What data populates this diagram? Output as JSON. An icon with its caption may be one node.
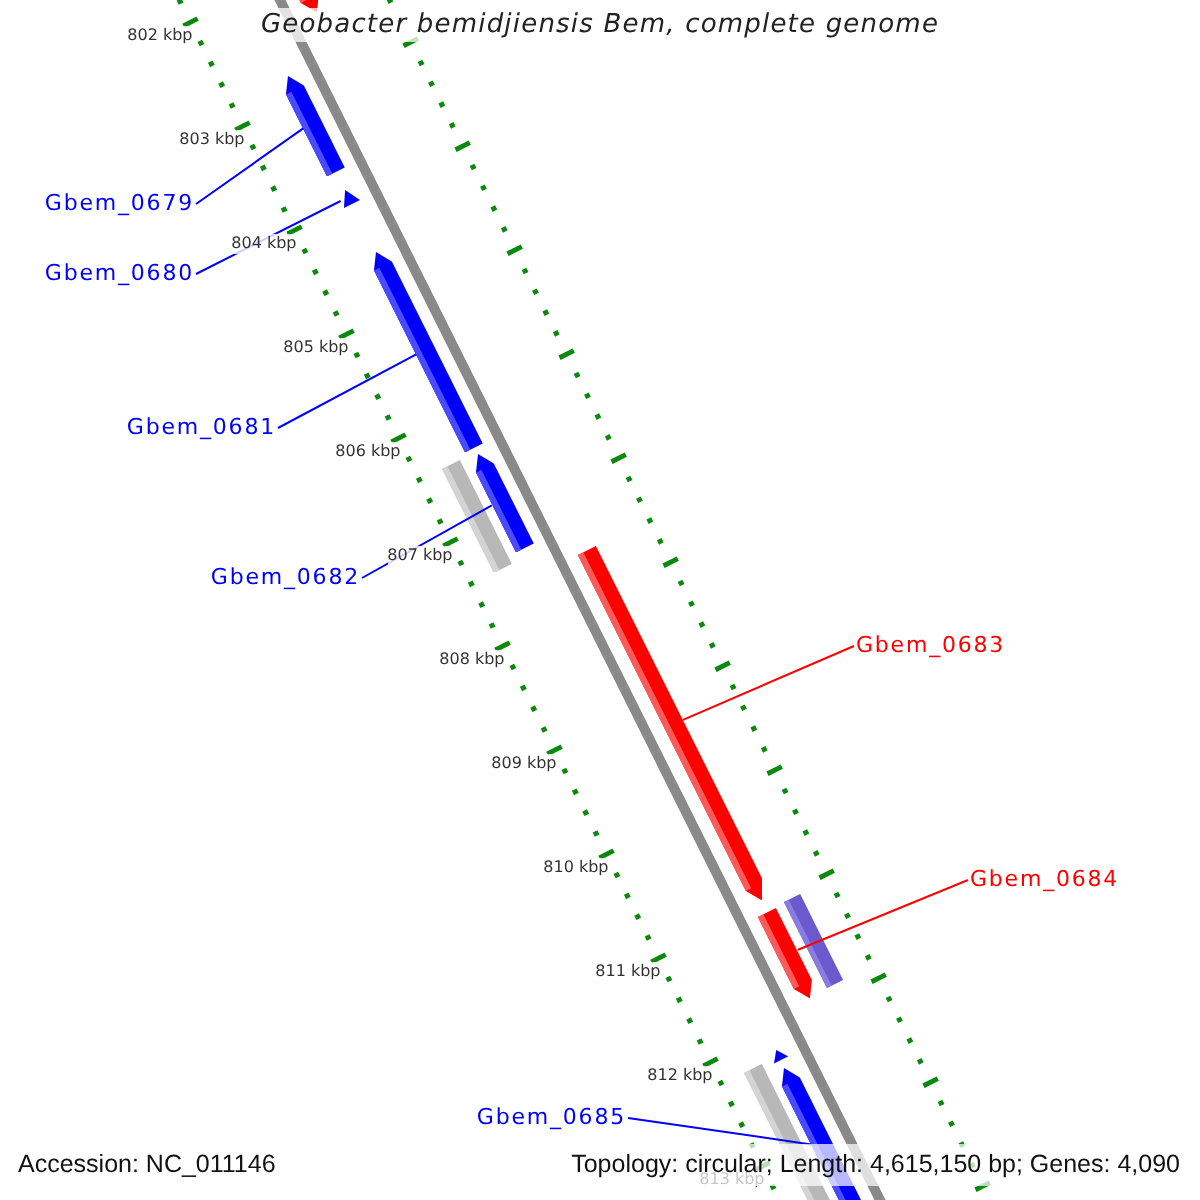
{
  "diagram": {
    "title": "Geobacter bemidjiensis Bem, complete genome",
    "nodes": [
      {
        "text": [
          "Gbem_0679"
        ]
      },
      {
        "text": [
          "Gbem_0680"
        ]
      },
      {
        "text": [
          "Gbem_0681"
        ]
      },
      {
        "text": [
          "Gbem_0682"
        ]
      },
      {
        "text": [
          "Gbem_0683"
        ]
      },
      {
        "text": [
          "Gbem_0684"
        ]
      },
      {
        "text": [
          "Gbem_0685"
        ]
      },
      {
        "text": [],
        "shape": "bar"
      },
      {
        "text": [],
        "shape": "bar"
      },
      {
        "text": [],
        "shape": "bar"
      },
      {
        "text": [],
        "shape": "bar"
      },
      {
        "text": [],
        "shape": "bar"
      },
      {
        "text": [],
        "shape": "bar"
      },
      {
        "text": [],
        "shape": "bar"
      },
      {
        "text": [],
        "shape": "bar"
      },
      {
        "text": [],
        "shape": "bar"
      },
      {
        "text": [],
        "shape": "bar"
      },
      {
        "text": [],
        "shape": "bar"
      },
      {
        "text": [],
        "shape": "bar"
      }
    ],
    "edges": [
      {
        "from": 0,
        "to": 8,
        "arrow": "none"
      },
      {
        "from": 1,
        "to": 9,
        "arrow": "none"
      },
      {
        "from": 2,
        "to": 10,
        "arrow": "none"
      },
      {
        "from": 3,
        "to": 12,
        "arrow": "none"
      },
      {
        "from": 4,
        "to": 13,
        "arrow": "none",
        "color": "#ff0000"
      },
      {
        "from": 5,
        "to": 14,
        "arrow": "none",
        "color": "#ff0000"
      },
      {
        "from": 6,
        "to": 18,
        "arrow": "none"
      }
    ],
    "labels": [
      "802 kbp",
      "803 kbp",
      "804 kbp",
      "805 kbp",
      "806 kbp",
      "807 kbp",
      "808 kbp",
      "809 kbp",
      "810 kbp",
      "811 kbp",
      "812 kbp",
      "813 kbp",
      "Accession: NC_011146",
      "Topology: circular; Length: 4,615,150 bp; Genes: 4,090"
    ]
  }
}
